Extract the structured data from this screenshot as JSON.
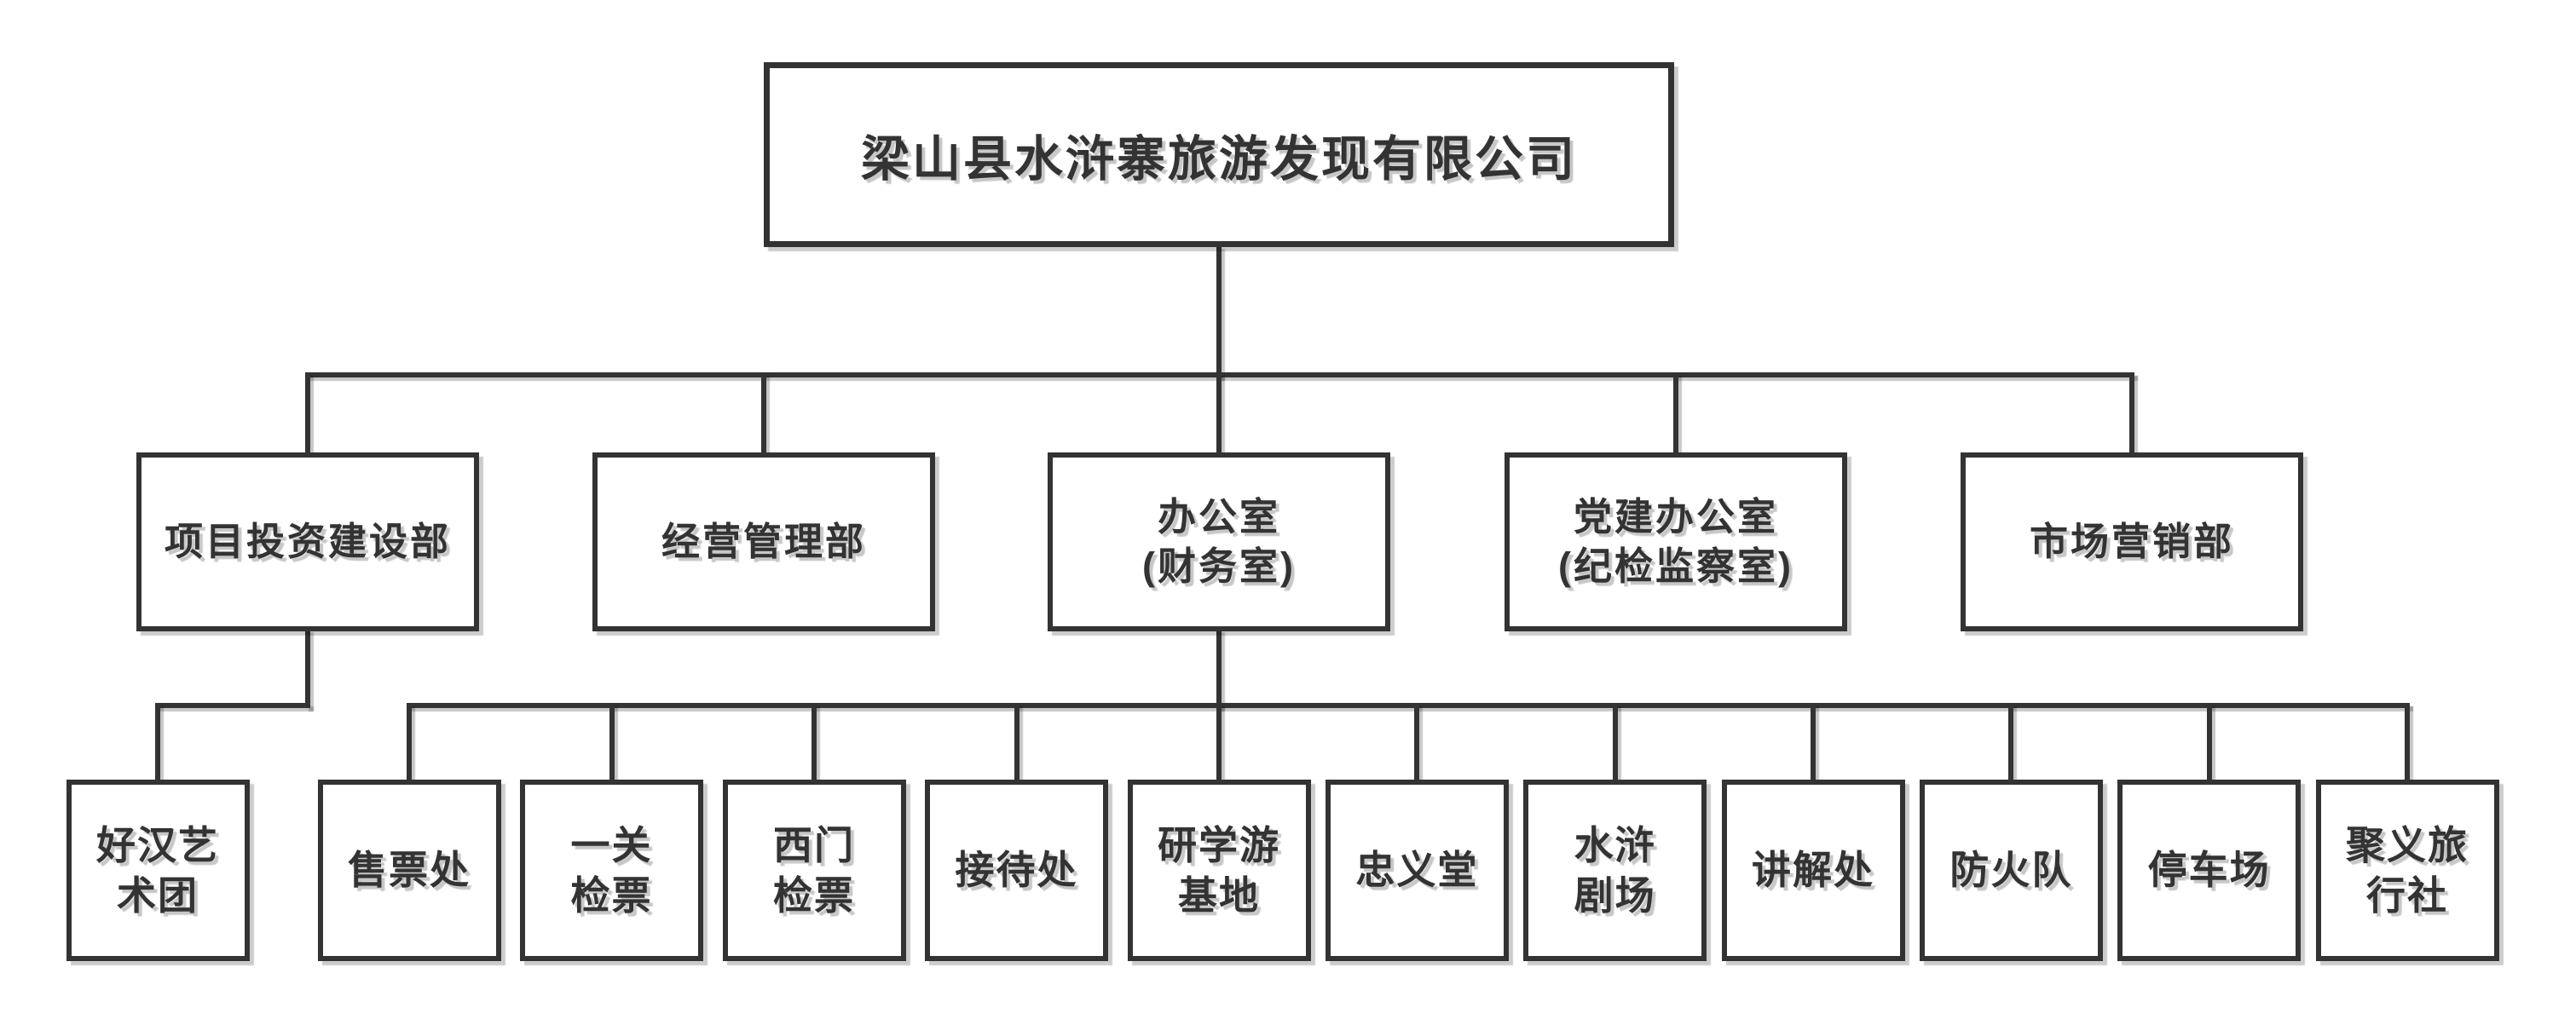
{
  "title": {
    "text": "梁山县水浒寨旅游发现有限公司"
  },
  "colors": {
    "ink": "#333333",
    "background": "#ffffff"
  },
  "departments": [
    {
      "lines": [
        "项目投资建设部"
      ]
    },
    {
      "lines": [
        "经营管理部"
      ]
    },
    {
      "lines": [
        "办公室",
        "(财务室)"
      ]
    },
    {
      "lines": [
        "党建办公室",
        "(纪检监察室)"
      ]
    },
    {
      "lines": [
        "市场营销部"
      ]
    }
  ],
  "project_dept_children": [
    {
      "lines": [
        "好汉艺",
        "术团"
      ]
    }
  ],
  "office_children": [
    {
      "lines": [
        "售票处"
      ]
    },
    {
      "lines": [
        "一关",
        "检票"
      ]
    },
    {
      "lines": [
        "西门",
        "检票"
      ]
    },
    {
      "lines": [
        "接待处"
      ]
    },
    {
      "lines": [
        "研学游",
        "基地"
      ]
    },
    {
      "lines": [
        "忠义堂"
      ]
    },
    {
      "lines": [
        "水浒",
        "剧场"
      ]
    },
    {
      "lines": [
        "讲解处"
      ]
    },
    {
      "lines": [
        "防火队"
      ]
    },
    {
      "lines": [
        "停车场"
      ]
    },
    {
      "lines": [
        "聚义旅",
        "行社"
      ]
    }
  ]
}
